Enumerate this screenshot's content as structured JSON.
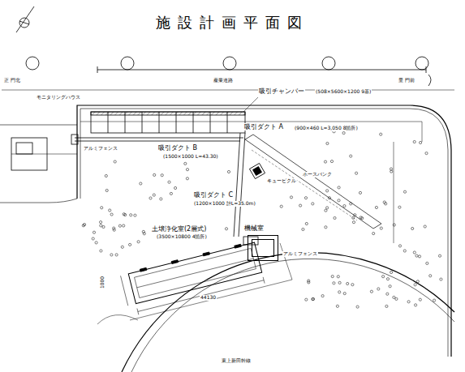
{
  "diagram": {
    "title": "施設計画平面図",
    "nodes": [
      {
        "text": [
          "機械室"
        ]
      },
      {
        "text": [
          "土壌浄化室(2層式)",
          "(3500×10800 4箇所)"
        ]
      }
    ],
    "labels": [
      "正 門北",
      "産業道路",
      "里 門前",
      "モニタリングハウス",
      "吸引チャンバー",
      "(508×5600×1200 9基)",
      "吸引ダクト A",
      "(900×460 L=3,050 8箇所)",
      "アルミフェンス",
      "吸引ダクト B",
      "(1500×1000 L=43.30)",
      "ホースバンク",
      "キュービクル",
      "吸引ダクト C",
      "(1200×1000 計L=35.0m)",
      "アルミフェンス",
      "1000",
      "44130",
      "東上新田幹線"
    ]
  }
}
